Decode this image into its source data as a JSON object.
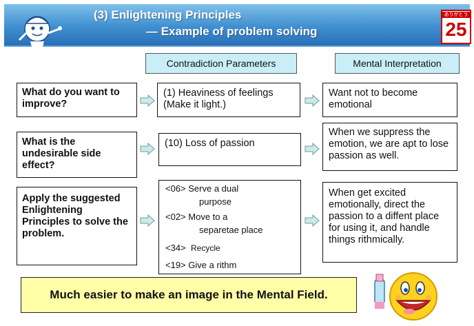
{
  "header": {
    "title_line1": "(3) Enlightening Principles",
    "title_line2": "— Example of problem solving",
    "badge_number": "25",
    "badge_caption": "ありがとう"
  },
  "columns": {
    "contradiction": "Contradiction Parameters",
    "mental": "Mental Interpretation"
  },
  "rows": [
    {
      "question": "What do you want to improve?",
      "parameter": "(1) Heaviness of feelings (Make it light.)",
      "interpretation": "Want not to become emotional"
    },
    {
      "question": "What is the undesirable side effect?",
      "parameter": "(10) Loss of passion",
      "interpretation": "When we suppress the emotion, we are apt to lose passion as well."
    },
    {
      "question": "Apply the suggested Enlightening Principles to solve the problem.",
      "principles": [
        "<06> Serve a dual",
        "purpose",
        "<02> Move to  a",
        "separetae place",
        "<34>",
        "Recycle",
        "<19> Give a rithm"
      ],
      "interpretation": "When get excited emotionally, direct the passion to a diffent place for using it, and handle things rithmically."
    }
  ],
  "banner": "Much easier to make an image in the Mental Field.",
  "colors": {
    "header_blue": "#3f8fd0",
    "column_head_fill": "#c9eef8",
    "banner_fill": "#ffffa8",
    "arrow_fill": "#cfe8e8"
  }
}
